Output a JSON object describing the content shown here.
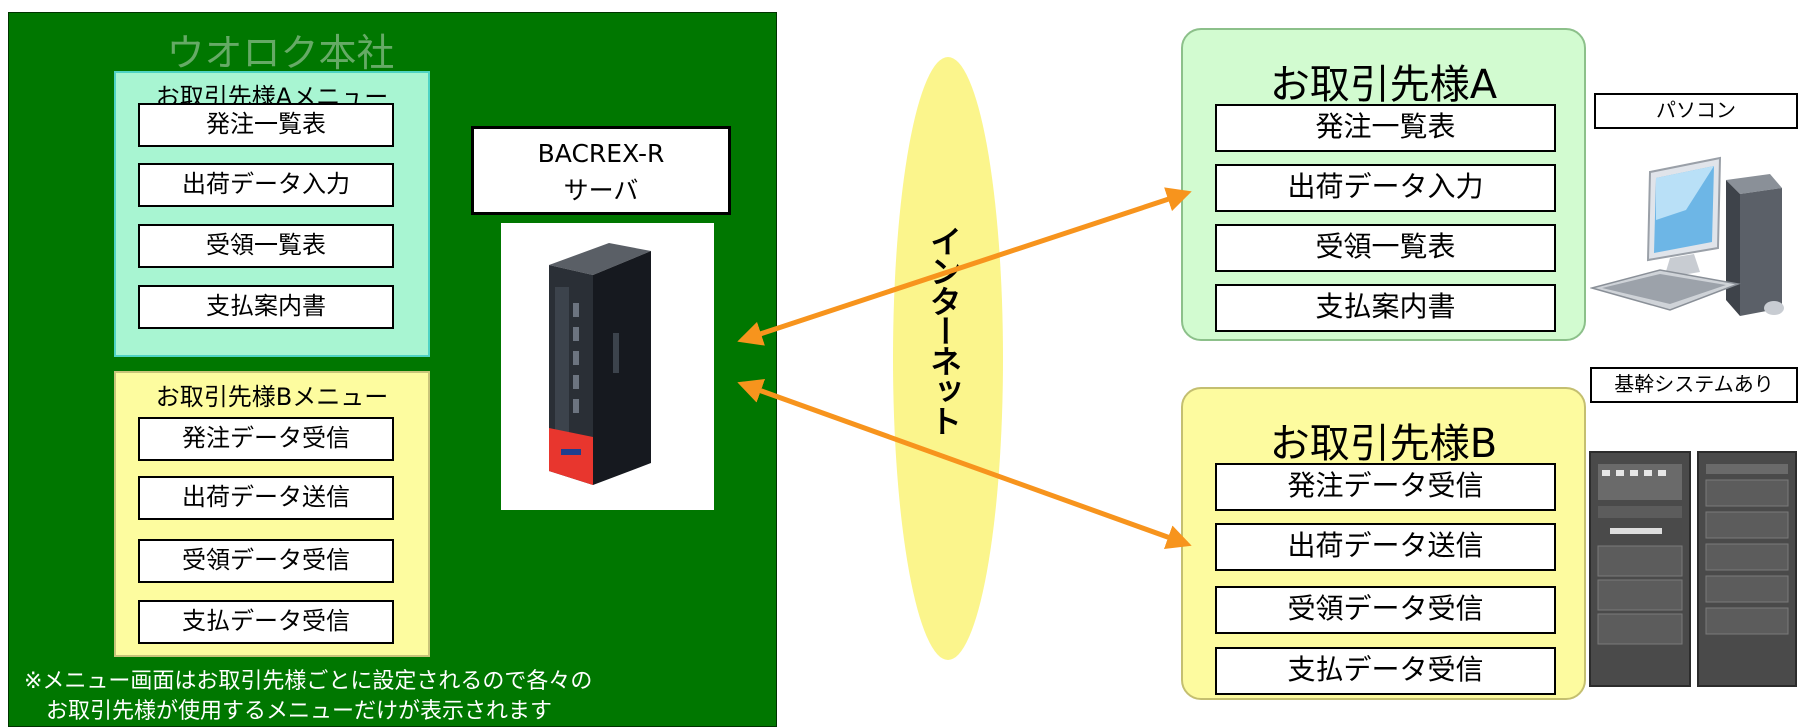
{
  "hq": {
    "title": "ウオロク本社",
    "menu_a": {
      "label": "お取引先様Aメニュー",
      "items": [
        "発注一覧表",
        "出荷データ入力",
        "受領一覧表",
        "支払案内書"
      ]
    },
    "menu_b": {
      "label": "お取引先様Bメニュー",
      "items": [
        "発注データ受信",
        "出荷データ送信",
        "受領データ受信",
        "支払データ受信"
      ]
    },
    "server": {
      "line1": "BACREX-R",
      "line2": "サーバ"
    },
    "note_line1": "※メニュー画面はお取引先様ごとに設定されるので各々の",
    "note_line2": "お取引先様が使用するメニューだけが表示されます"
  },
  "internet": {
    "label": "インターネット"
  },
  "client_a": {
    "title": "お取引先様A",
    "items": [
      "発注一覧表",
      "出荷データ入力",
      "受領一覧表",
      "支払案内書"
    ],
    "device_label": "パソコン"
  },
  "client_b": {
    "title": "お取引先様B",
    "items": [
      "発注データ受信",
      "出荷データ送信",
      "受領データ受信",
      "支払データ受信"
    ],
    "device_label": "基幹システムあり"
  },
  "colors": {
    "hq_background": "#007700",
    "menu_a_background": "#a8f5d2",
    "menu_b_background": "#fdfc9f",
    "internet_ellipse": "#fbf58c",
    "arrow": "#f7941d"
  }
}
